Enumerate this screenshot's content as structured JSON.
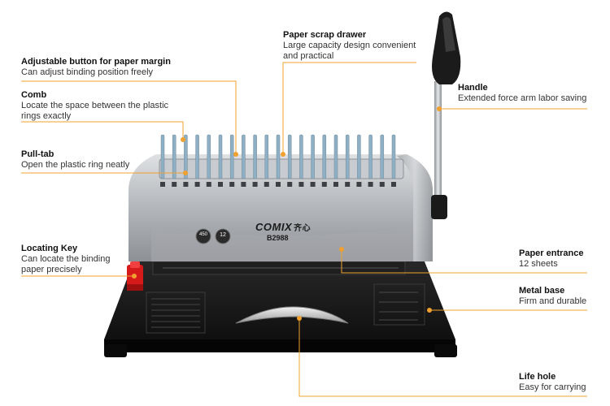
{
  "colors": {
    "leader_line": "#f0a030",
    "dot": "#f0a030",
    "body_silver": "#b9bcc0",
    "base_black": "#151515",
    "locating_key": "#d61a1a"
  },
  "product": {
    "brand": "COMIX",
    "brand_cn": "齐心",
    "model": "B2988",
    "dial_left": "450",
    "dial_right": "12"
  },
  "callouts": {
    "margin_button": {
      "title": "Adjustable button for paper margin",
      "desc": "Can adjust binding position freely"
    },
    "comb": {
      "title": "Comb",
      "desc": "Locate the space between the plastic\nrings exactly"
    },
    "pull_tab": {
      "title": "Pull-tab",
      "desc": "Open the plastic ring neatly"
    },
    "locating_key": {
      "title": "Locating Key",
      "desc": "Can locate the binding\npaper precisely"
    },
    "scrap_drawer": {
      "title": "Paper scrap drawer",
      "desc": "Large capacity design convenient\nand practical"
    },
    "handle": {
      "title": "Handle",
      "desc": "Extended force arm labor saving"
    },
    "paper_entrance": {
      "title": "Paper entrance",
      "desc": "12 sheets"
    },
    "metal_base": {
      "title": "Metal base",
      "desc": "Firm and durable"
    },
    "life_hole": {
      "title": "Life hole",
      "desc": "Easy for carrying"
    }
  }
}
